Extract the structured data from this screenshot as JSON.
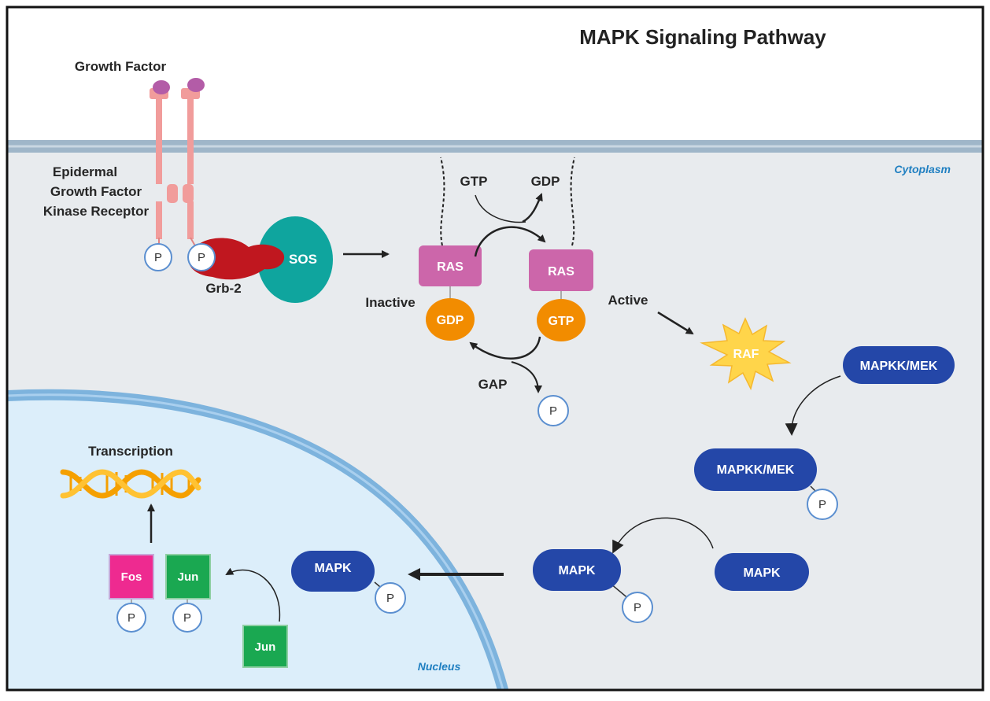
{
  "title": "MAPK Signaling Pathway",
  "regions": {
    "cytoplasm": "Cytoplasm",
    "nucleus": "Nucleus"
  },
  "labels": {
    "growth_factor": "Growth Factor",
    "receptor": [
      "Epidermal",
      "Growth Factor",
      "Kinase Receptor"
    ],
    "grb2": "Grb-2",
    "sos": "SOS",
    "ras": "RAS",
    "gdp": "GDP",
    "gtp": "GTP",
    "inactive": "Inactive",
    "active": "Active",
    "gap": "GAP",
    "raf": "RAF",
    "mapkk_mek": "MAPKK/MEK",
    "mapk": "MAPK",
    "fos": "Fos",
    "jun": "Jun",
    "transcription": "Transcription",
    "phosphate": "P"
  },
  "colors": {
    "membrane": "#9fb6c9",
    "cytoplasm": "#e8ebee",
    "nucleus": "#dceefa",
    "nuclear_envelope": "#7db3dd",
    "receptor": "#f19c9b",
    "ligand": "#b35ca7",
    "grb2": "#c0171f",
    "sos": "#0fa59e",
    "ras": "#cc66aa",
    "gdp_gtp": "#f28c00",
    "raf": "#ffd54a",
    "mapk": "#2447a8",
    "fos": "#ee2a90",
    "jun": "#1aa851",
    "dna": "#f5a000"
  }
}
